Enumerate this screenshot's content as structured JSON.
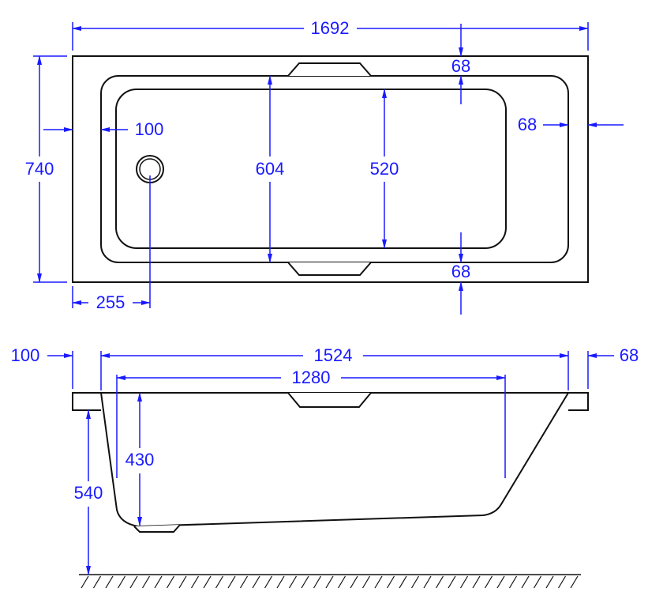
{
  "top_view": {
    "overall_length": "1692",
    "overall_width": "740",
    "end_rim_left": "100",
    "inner_width_rim": "604",
    "inner_width_basin": "520",
    "side_rim_top": "68",
    "side_rim_bottom": "68",
    "end_rim_right": "68",
    "drain_offset": "255"
  },
  "side_view": {
    "end_rim_left": "100",
    "end_rim_right": "68",
    "inner_length_top": "1524",
    "inner_length_bottom": "1280",
    "inner_depth": "430",
    "overall_height": "540"
  },
  "colors": {
    "dimension": "#1a1aff",
    "outline": "#111111"
  }
}
